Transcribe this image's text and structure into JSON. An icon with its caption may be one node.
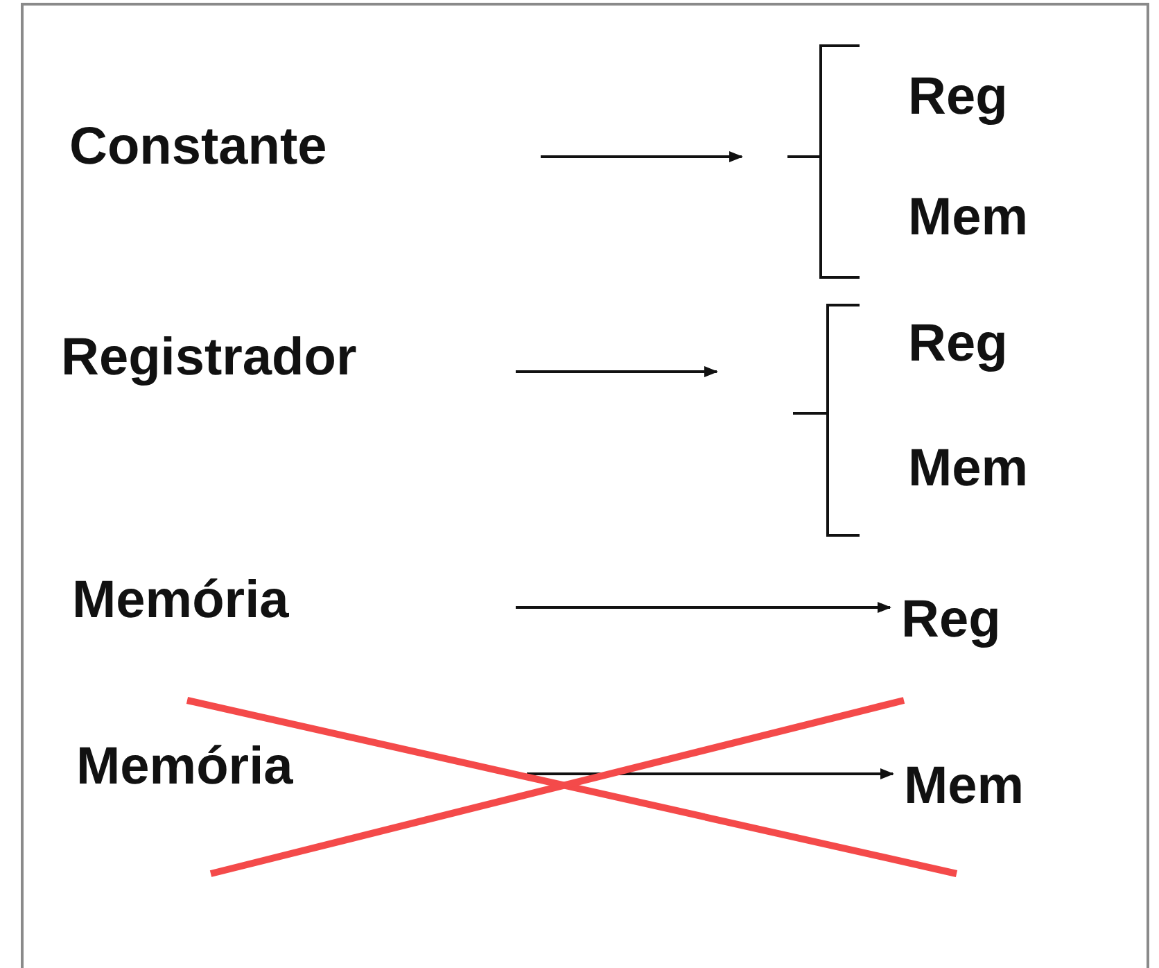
{
  "diagram": {
    "nodes": [
      {
        "text": [
          "Constante"
        ]
      },
      {
        "text": [],
        "shape": "bracket"
      },
      {
        "text": [
          "Reg"
        ]
      },
      {
        "text": [
          "Mem"
        ]
      },
      {
        "text": [
          "Registrador"
        ]
      },
      {
        "text": [],
        "shape": "bracket"
      },
      {
        "text": [
          "Reg"
        ]
      },
      {
        "text": [
          "Mem"
        ]
      },
      {
        "text": [
          "Memória"
        ]
      },
      {
        "text": [
          "Reg"
        ]
      },
      {
        "text": [
          "Memória"
        ]
      },
      {
        "text": [
          "Mem"
        ]
      }
    ],
    "edges": [
      {
        "from": null,
        "to": 1,
        "arrow": "to"
      },
      {
        "from": null,
        "to": 5,
        "arrow": "to"
      },
      {
        "from": null,
        "to": 9,
        "arrow": "to"
      },
      {
        "from": null,
        "to": 11,
        "arrow": "to"
      }
    ]
  }
}
